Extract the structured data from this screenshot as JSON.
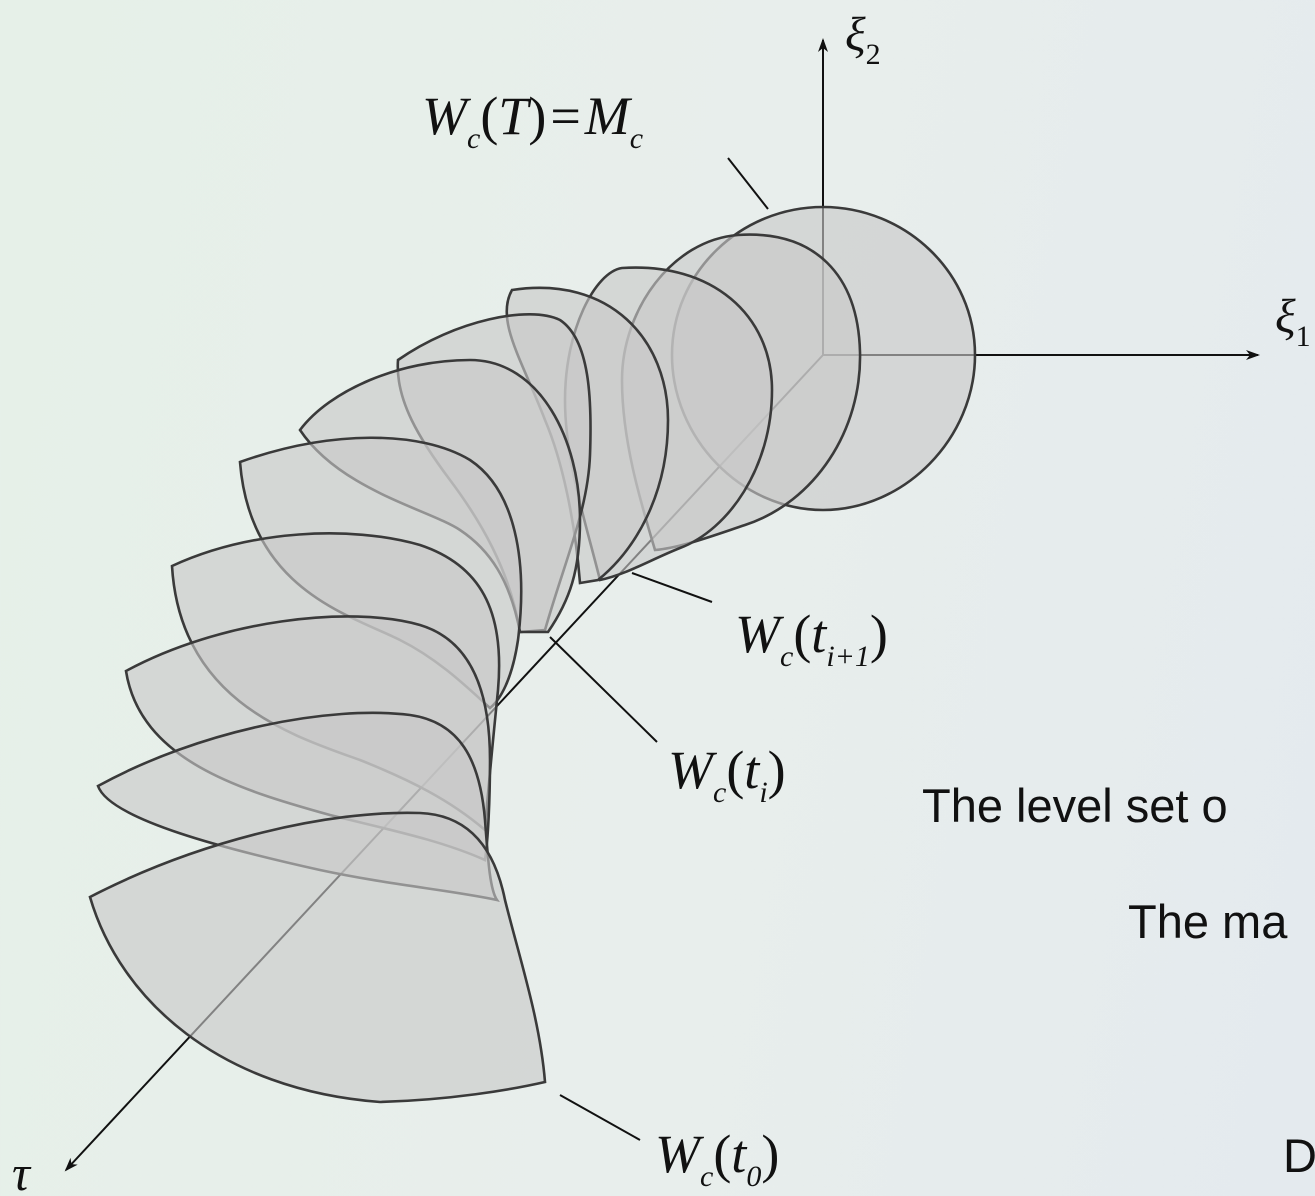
{
  "axes": {
    "xi2": {
      "base": "ξ",
      "sub": "2"
    },
    "xi1": {
      "base": "ξ",
      "sub": "1"
    },
    "tau": "τ"
  },
  "labels": {
    "top": {
      "base": "W",
      "sub": "c",
      "open": "(",
      "arg": "T",
      "close": ")",
      "eq": "=",
      "rhs": "M",
      "rhs_sub": "c"
    },
    "ti1": {
      "base": "W",
      "sub": "c",
      "open": "(",
      "arg": "t",
      "arg_sub": "i+1",
      "close": ")"
    },
    "ti": {
      "base": "W",
      "sub": "c",
      "open": "(",
      "arg": "t",
      "arg_sub": "i",
      "close": ")"
    },
    "t0": {
      "base": "W",
      "sub": "c",
      "open": "(",
      "arg": "t",
      "arg_sub": "0",
      "close": ")"
    }
  },
  "text_lines": {
    "line1": "The level set o",
    "line2": "The ma",
    "line3": "D"
  },
  "colors": {
    "slice_fill": "#c8c8c8",
    "slice_stroke": "#3a3a3a",
    "axis": "#111111"
  }
}
